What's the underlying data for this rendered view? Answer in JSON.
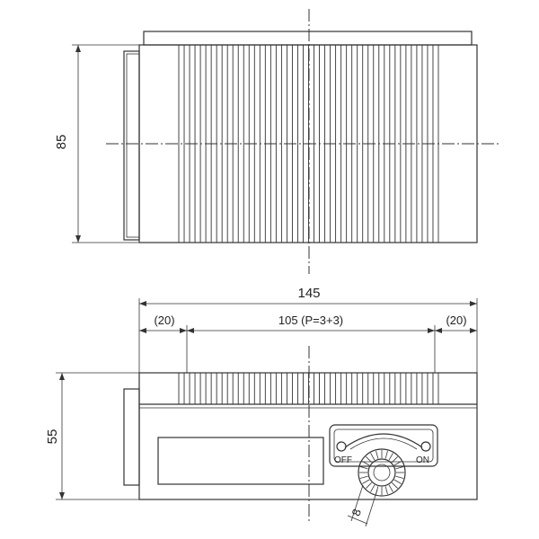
{
  "dimensions": {
    "height_top": "85",
    "total_width": "145",
    "left_margin": "(20)",
    "pitch_span": "105 (P=3+3)",
    "right_margin": "(20)",
    "height_front": "55",
    "knob_size": "8"
  },
  "switch_labels": {
    "off": "OFF",
    "on": "ON"
  },
  "colors": {
    "line": "#333333",
    "background": "#ffffff"
  }
}
